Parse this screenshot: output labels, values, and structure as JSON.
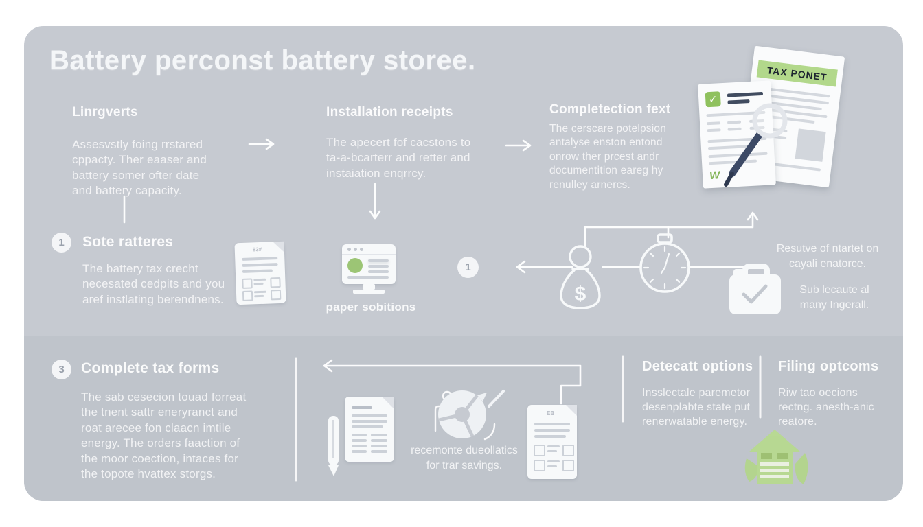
{
  "title": "Battery perconst battery storee.",
  "top_steps": [
    {
      "heading": "Linrgverts",
      "body": "Assesvstly foing rrstared cppacty. Ther eaaser and battery somer ofter date and battery capacity."
    },
    {
      "heading": "Installation receipts",
      "body": "The apecert fof cacstons to ta-a-bcarterr and retter and instaiation enqrrcy."
    },
    {
      "heading": "Completection fext",
      "body": "The cerscare potelpsion antalyse enston entond onrow ther prcest andr documentition eareg hy renulley arnercs."
    }
  ],
  "tax_document": {
    "label": "TAX PONET",
    "signature": "W",
    "check": "✓"
  },
  "step1": {
    "number": "1",
    "heading": "Sote ratteres",
    "body": "The battery tax crecht necesated cedpits and you aref instlating berendnens."
  },
  "paper_solutions_label": "paper sobitions",
  "doc_form_label": "83#",
  "doc_check_label": "EB",
  "flow": {
    "number": "1",
    "money_symbol": "$"
  },
  "right_notes": [
    "Resutve of ntartet on cayali enatorce.",
    "Sub lecaute al many Ingerall."
  ],
  "step3": {
    "number": "3",
    "heading": "Complete tax forms",
    "body": "The sab cesecion touad forreat the tnent sattr eneryranct and roat arecee fon claacn imtile energy. The orders faaction of the moor coection, intaces for the topote hvattex storgs."
  },
  "recycle_label": "recemonte dueollatics for trar savings.",
  "bottom_columns": [
    {
      "heading": "Detecatt options",
      "body": "Insslectale paremetor desenplabte state put renerwatable energy."
    },
    {
      "heading": "Filing optcoms",
      "body": "Riw tao oecions rectng. anesth-anic reatore."
    }
  ],
  "icons": [
    "tax-document-icon",
    "magnifier-icon",
    "checkmark-icon",
    "form-document-icon",
    "browser-window-icon",
    "money-bag-icon",
    "stopwatch-icon",
    "briefcase-icon",
    "pen-icon",
    "recycle-icon",
    "checklist-document-icon",
    "green-house-icon"
  ],
  "colors": {
    "panel_top": "#c6cad1",
    "panel_bottom": "#bfc4cb",
    "accent_green": "#8fc15e",
    "band_green": "#b2d88b",
    "navy": "#3d4a66",
    "white": "#f7f9fa"
  }
}
